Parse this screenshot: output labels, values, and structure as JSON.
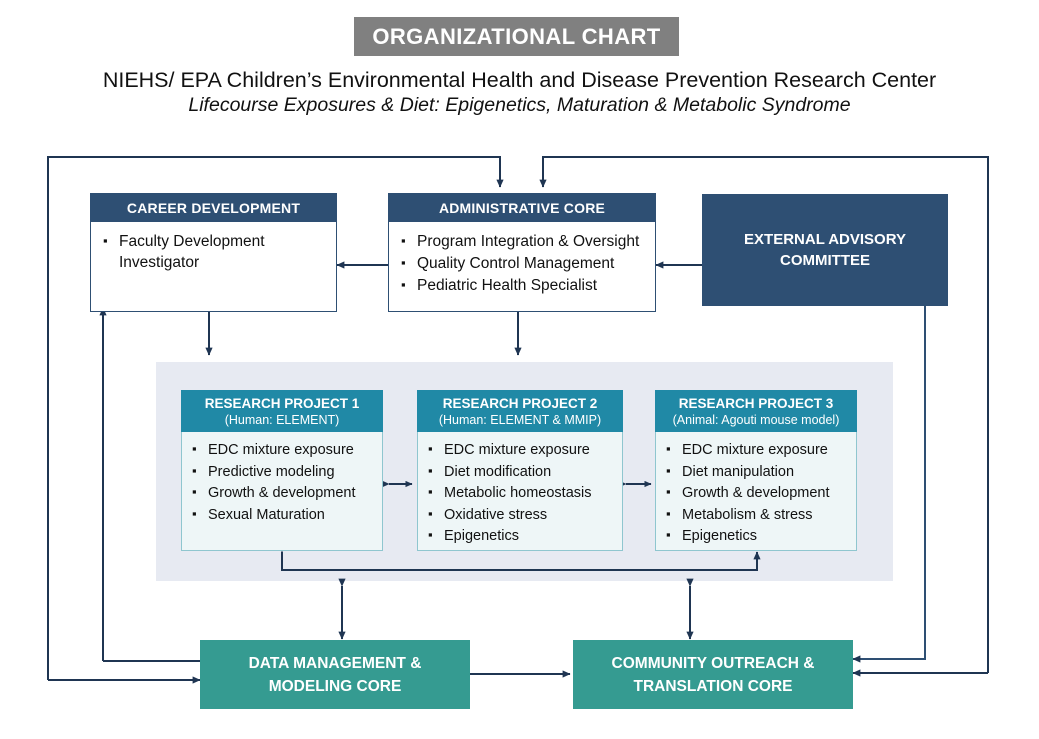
{
  "header": {
    "banner_title": "ORGANIZATIONAL CHART",
    "subtitle_line1": "NIEHS/ EPA Children’s Environmental Health and Disease Prevention Research Center",
    "subtitle_line2": "Lifecourse Exposures & Diet: Epigenetics, Maturation & Metabolic Syndrome"
  },
  "colors": {
    "banner_gray": "#808080",
    "navy": "#2e4f73",
    "teal_core": "#359b91",
    "project_blue": "#2089a6",
    "panel_bg": "#e7eaf2",
    "project_body_bg": "#eef6f7",
    "connector_navy": "#1f3552"
  },
  "boxes": {
    "career_development": {
      "title": "CAREER DEVELOPMENT",
      "items": [
        "Faculty Development Investigator"
      ]
    },
    "administrative_core": {
      "title": "ADMINISTRATIVE CORE",
      "items": [
        "Program Integration & Oversight",
        "Quality Control Management",
        "Pediatric Health Specialist"
      ]
    },
    "external_advisory_committee": {
      "line1": "EXTERNAL ADVISORY",
      "line2": "COMMITTEE"
    },
    "research_project_1": {
      "title": "RESEARCH PROJECT 1",
      "subtitle": "(Human: ELEMENT)",
      "items": [
        "EDC mixture exposure",
        "Predictive modeling",
        "Growth & development",
        "Sexual Maturation"
      ]
    },
    "research_project_2": {
      "title": "RESEARCH PROJECT 2",
      "subtitle": "(Human: ELEMENT & MMIP)",
      "items": [
        "EDC mixture exposure",
        "Diet modification",
        "Metabolic homeostasis",
        "Oxidative stress",
        "Epigenetics"
      ]
    },
    "research_project_3": {
      "title": "RESEARCH PROJECT 3",
      "subtitle": "(Animal: Agouti mouse model)",
      "items": [
        "EDC mixture exposure",
        "Diet manipulation",
        "Growth & development",
        "Metabolism & stress",
        "Epigenetics"
      ]
    },
    "data_management_core": {
      "line1": "DATA MANAGEMENT &",
      "line2": "MODELING CORE"
    },
    "community_outreach_core": {
      "line1": "COMMUNITY OUTREACH &",
      "line2": "TRANSLATION CORE"
    }
  }
}
